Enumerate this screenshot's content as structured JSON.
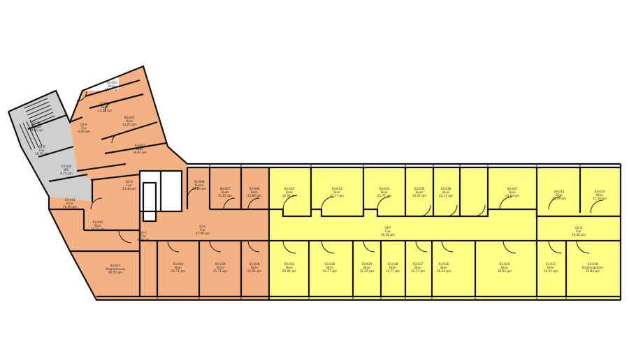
{
  "colors": {
    "orange": "#f4b183",
    "yellow": "#ffff88",
    "grey": "#cfcfcf",
    "white": "#ffffff",
    "wall": "#111111"
  },
  "rooms": [
    {
      "id": "yl-1",
      "zone": "yellow",
      "lines": [
        "03-031",
        "Büro",
        "22,91 qm"
      ]
    },
    {
      "id": "yl-2",
      "zone": "yellow",
      "lines": [
        "03-030",
        "Büro",
        "21,77 qm"
      ]
    },
    {
      "id": "yl-3",
      "zone": "yellow",
      "lines": [
        "03-029",
        "Büro",
        "22,25 qm"
      ]
    },
    {
      "id": "yl-4",
      "zone": "yellow",
      "lines": [
        "03-028",
        "Büro",
        "11,77 qm"
      ]
    },
    {
      "id": "yl-5",
      "zone": "yellow",
      "lines": [
        "03-027",
        "Büro",
        "11,77 qm"
      ]
    },
    {
      "id": "yl-6",
      "zone": "yellow",
      "lines": [
        "03-026",
        "Büro",
        "16,23 qm"
      ]
    },
    {
      "id": "yl-7",
      "zone": "yellow",
      "lines": [
        "03-025",
        "Büro",
        "33,53 qm"
      ]
    },
    {
      "id": "yl-8",
      "zone": "yellow",
      "lines": [
        "03-013",
        "Büro",
        "21,19 qm"
      ]
    },
    {
      "id": "yl-9",
      "zone": "yellow",
      "lines": [
        "03-014",
        "Büro",
        "21,59 qm"
      ]
    },
    {
      "id": "yl-10",
      "zone": "yellow",
      "lines": [
        "03-F",
        "Flur",
        "49,50 qm"
      ]
    },
    {
      "id": "yl-11",
      "zone": "yellow",
      "lines": [
        "03-G",
        "Flur",
        "19,30 qm"
      ]
    },
    {
      "id": "yl-12",
      "zone": "yellow",
      "lines": [
        "03-032",
        "Büro",
        "22,51 qm"
      ]
    },
    {
      "id": "yl-13",
      "zone": "yellow",
      "lines": [
        "03-033",
        "Büro",
        "21,77 qm"
      ]
    },
    {
      "id": "yl-14",
      "zone": "yellow",
      "lines": [
        "03-034",
        "Büro",
        "21,77 qm"
      ]
    },
    {
      "id": "yl-15",
      "zone": "yellow",
      "lines": [
        "03-035",
        "Büro",
        "14,07 qm"
      ]
    },
    {
      "id": "yl-16",
      "zone": "yellow",
      "lines": [
        "03-036",
        "Büro",
        "22,17 qm"
      ]
    },
    {
      "id": "yl-17",
      "zone": "yellow",
      "lines": [
        "03-037",
        "Büro",
        "33,63 qm"
      ]
    },
    {
      "id": "yl-18",
      "zone": "yellow",
      "lines": [
        "03-011",
        "Büro",
        "10,41 qm"
      ]
    },
    {
      "id": "yl-19",
      "zone": "yellow",
      "lines": [
        "03-010",
        "Empfangsbüro",
        "31,82 qm"
      ]
    },
    {
      "id": "or-1",
      "zone": "orange",
      "lines": [
        "03-008",
        "Küche",
        "19,85 qm"
      ]
    },
    {
      "id": "or-2",
      "zone": "orange",
      "lines": [
        "03-007",
        "Büro",
        "21,81 qm"
      ]
    },
    {
      "id": "or-3",
      "zone": "orange",
      "lines": [
        "03-006",
        "Büro",
        "21,60 qm"
      ]
    },
    {
      "id": "or-4",
      "zone": "orange",
      "lines": [
        "03-E",
        "Flur",
        "47,90 qm"
      ]
    },
    {
      "id": "or-5",
      "zone": "orange",
      "lines": [
        "03-038",
        "Büro",
        "21,51 qm"
      ]
    },
    {
      "id": "or-6",
      "zone": "orange",
      "lines": [
        "03-039",
        "Büro",
        "21,71 qm"
      ]
    },
    {
      "id": "or-7",
      "zone": "orange",
      "lines": [
        "03-040",
        "Büro",
        "21,71 qm"
      ]
    },
    {
      "id": "or-8",
      "zone": "orange",
      "lines": [
        "03-041",
        "Besprechung",
        "45,50 qm"
      ]
    },
    {
      "id": "or-9",
      "zone": "orange",
      "lines": [
        "03-042",
        "Büro",
        "22,51 qm"
      ]
    },
    {
      "id": "or-10",
      "zone": "orange",
      "lines": [
        "03-043",
        "Büro",
        "19,40 qm"
      ]
    },
    {
      "id": "or-11",
      "zone": "orange",
      "lines": [
        "03-D",
        "Flur",
        "23,40 qm"
      ]
    },
    {
      "id": "or-12",
      "zone": "orange",
      "lines": [
        "03-003",
        "Büro",
        "18,92 qm"
      ]
    },
    {
      "id": "or-13",
      "zone": "orange",
      "lines": [
        "03-002",
        "Büro",
        "13,25 qm"
      ]
    },
    {
      "id": "or-14",
      "zone": "orange",
      "lines": [
        "03-001",
        "Büro",
        "11,52 qm"
      ]
    },
    {
      "id": "or-15",
      "zone": "orange",
      "lines": [
        "03-004",
        "Büro",
        "13,48 qm"
      ]
    },
    {
      "id": "or-16",
      "zone": "orange",
      "lines": [
        "03-A",
        "Flur",
        "9,40 qm"
      ]
    },
    {
      "id": "or-17",
      "zone": "orange",
      "lines": [
        "03-C",
        "Flur",
        "8,00 qm"
      ]
    },
    {
      "id": "gr-1",
      "zone": "grey",
      "lines": [
        "03-TR",
        "Treppe",
        "18,92 qm"
      ]
    },
    {
      "id": "gr-2",
      "zone": "grey",
      "lines": [
        "03-B",
        "Flur",
        "19,70 qm"
      ]
    },
    {
      "id": "gr-3",
      "zone": "grey",
      "lines": [
        "03-005",
        "WC",
        "4,15 qm"
      ]
    }
  ]
}
